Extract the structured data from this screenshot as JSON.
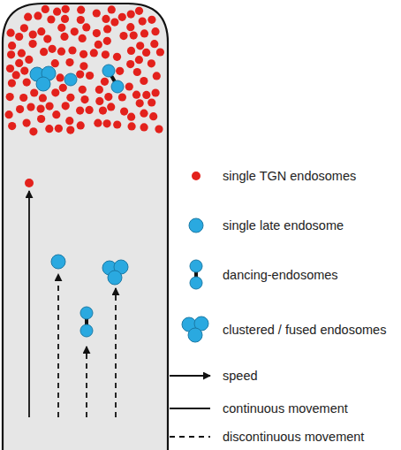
{
  "diagram": {
    "legend": [
      {
        "text": "single TGN endosomes",
        "color": "#e3211c"
      },
      {
        "text": "single late endosome",
        "color": "#2aa9e0"
      },
      {
        "text": "dancing-endosomes"
      },
      {
        "text": "clustered / fused endosomes"
      },
      {
        "text": "speed"
      },
      {
        "text": "continuous movement"
      },
      {
        "text": "discontinuous movement"
      }
    ]
  }
}
